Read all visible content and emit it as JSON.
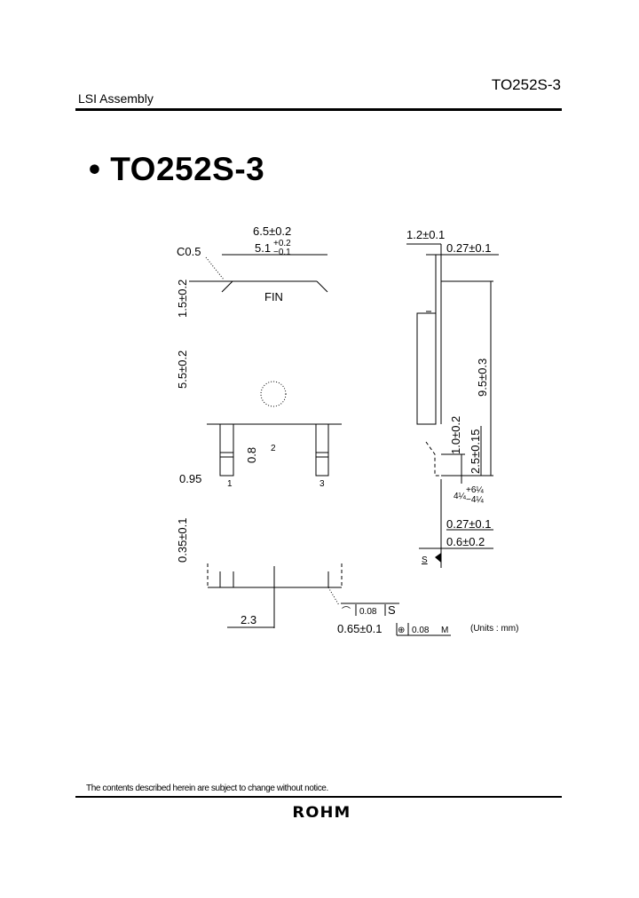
{
  "header": {
    "section": "LSI Assembly",
    "package_code": "TO252S-3"
  },
  "title": "• TO252S-3",
  "drawing": {
    "front": {
      "width_overall": "6.5±0.2",
      "fin_width": "5.1",
      "fin_width_tol_plus": "+0.2",
      "fin_width_tol_minus": "−0.1",
      "chamfer": "C0.5",
      "fin_label": "FIN",
      "fin_height": "1.5±0.2",
      "body_height": "5.5±0.2",
      "lead_length": "0.8",
      "lead_pitch_label": "0.95",
      "pin_1": "1",
      "pin_2": "2",
      "pin_3": "3"
    },
    "bottom": {
      "thickness": "0.35±0.1",
      "pitch": "2.3",
      "flatness_symbol": "⌒",
      "flatness_value": "0.08",
      "flatness_datum": "S",
      "lead_width": "0.65±0.1",
      "position_symbol": "⊕",
      "position_value": "0.08",
      "position_modifier": "M",
      "units": "(Units : mm)"
    },
    "side": {
      "height": "1.2±0.1",
      "fin_thickness": "0.27±0.1",
      "total_length": "9.5±0.3",
      "lead_offset": "1.0±0.2",
      "lead_length": "2.5±0.15",
      "angle": "4¼",
      "angle_tol_plus": "+6¼",
      "angle_tol_minus": "−4¼",
      "lead_thickness": "0.27±0.1",
      "standoff": "0.6±0.2",
      "datum": "S"
    }
  },
  "footer": {
    "notice": "The contents described herein are subject to change without notice.",
    "logo": "ROHM"
  }
}
